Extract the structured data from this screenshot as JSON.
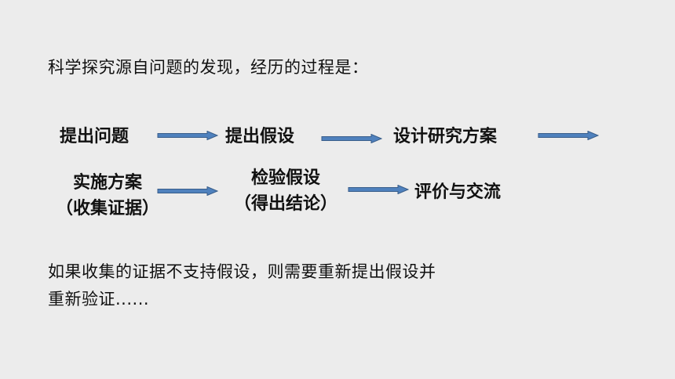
{
  "intro": "科学探究源自问题的发现，经历的过程是：",
  "flow": {
    "step1": "提出问题",
    "step2": "提出假设",
    "step3": "设计研究方案",
    "step4_line1": "实施方案",
    "step4_line2": "（收集证据）",
    "step5_line1": "检验假设",
    "step5_line2": "（得出结论）",
    "step6": "评价与交流"
  },
  "outro": {
    "line1": "如果收集的证据不支持假设，则需要重新提出假设并",
    "line2": "重新验证......"
  },
  "colors": {
    "background": "#ececec",
    "arrow_fill": "#4f81bd",
    "arrow_stroke": "#385d8a"
  }
}
